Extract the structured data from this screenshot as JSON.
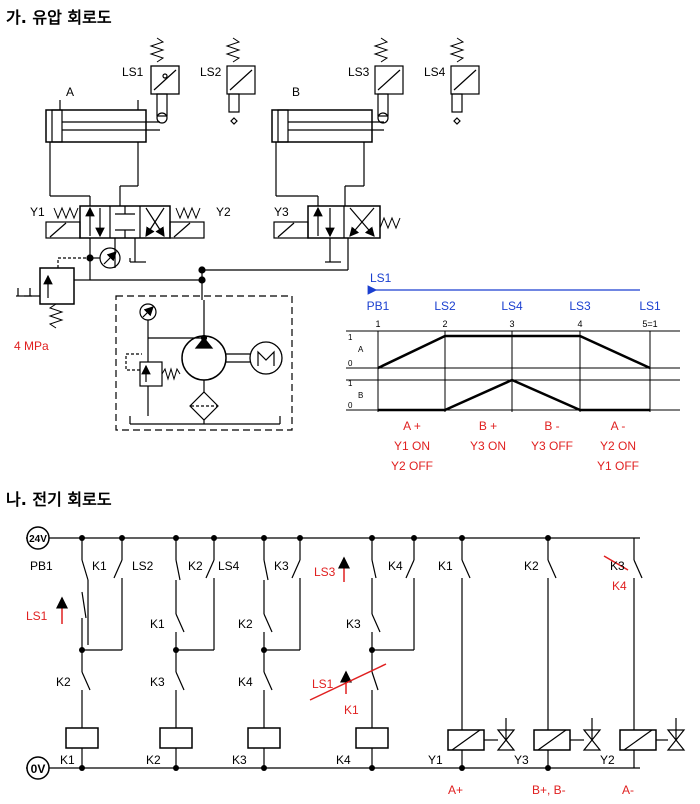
{
  "hydraulic": {
    "section_title": "가. 유압 회로도",
    "cyl_a": "A",
    "cyl_b": "B",
    "ls1": "LS1",
    "ls2": "LS2",
    "ls3": "LS3",
    "ls4": "LS4",
    "y1": "Y1",
    "y2": "Y2",
    "y3": "Y3",
    "pressure": "4 MPa"
  },
  "diagram": {
    "return_label": "LS1",
    "top_labels": [
      "PB1",
      "LS2",
      "LS4",
      "LS3",
      "LS1"
    ],
    "steps": [
      "1",
      "2",
      "3",
      "4",
      "5=1"
    ],
    "row_a": "A",
    "row_b": "B",
    "tick_1": "1",
    "tick_0": "0",
    "step_notes": [
      [
        "A +",
        "Y1 ON",
        "Y2 OFF"
      ],
      [
        "B +",
        "Y3 ON",
        ""
      ],
      [
        "B -",
        "Y3 OFF",
        ""
      ],
      [
        "A -",
        "Y2 ON",
        "Y1 OFF"
      ]
    ]
  },
  "electric": {
    "section_title": "나. 전기 회로도",
    "supply_24v": "24V",
    "supply_0v": "0V",
    "pb1": "PB1",
    "ls1_red": "LS1",
    "ls2": "LS2",
    "ls3_red": "LS3",
    "ls4": "LS4",
    "ls1_crossed": "LS1",
    "k1_red": "K1",
    "k3_crossed": "K3",
    "k4_red": "K4",
    "contacts_top": [
      "K1",
      "K2",
      "K3",
      "K4",
      "K1",
      "K2"
    ],
    "contacts_mid": [
      "K1",
      "K2",
      "K3"
    ],
    "contacts_low": [
      "K2",
      "K3",
      "K4"
    ],
    "coils": [
      "K1",
      "K2",
      "K3",
      "K4"
    ],
    "solenoids": [
      "Y1",
      "Y3",
      "Y2"
    ],
    "outputs": [
      "A+",
      "B+, B-",
      "A-"
    ]
  },
  "colors": {
    "line": "#000000",
    "red": "#e02020",
    "blue": "#1a3fd0"
  }
}
